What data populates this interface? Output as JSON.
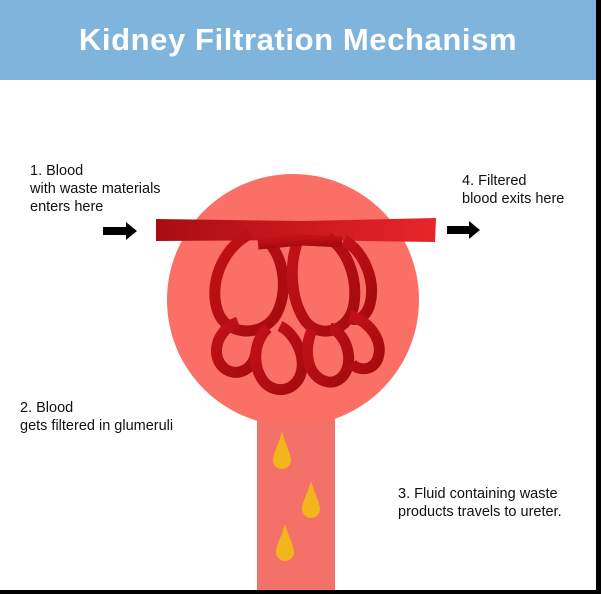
{
  "header": {
    "title": "Kidney Filtration Mechanism"
  },
  "steps": [
    {
      "text": "1.  Blood\nwith waste materials\nenters here"
    },
    {
      "text": "2.  Blood\ngets filtered in glumeruli"
    },
    {
      "text": "3.  Fluid containing waste\nproducts travels to ureter."
    },
    {
      "text": "4.  Filtered\nblood exits here"
    }
  ],
  "colors": {
    "header_bg": "#7fb4dc",
    "capsule": "#fb7066",
    "tubule": "#f4716a",
    "vessel_dark": "#b80f15",
    "vessel_light": "#e8242a",
    "fluid_drop": "#f2b51b",
    "arrow": "#000000"
  },
  "icons": [
    "arrow-right-icon",
    "fluid-drop-icon"
  ]
}
